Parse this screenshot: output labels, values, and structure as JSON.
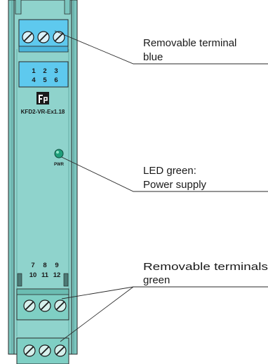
{
  "device": {
    "model": "KFD2-VR-Ex1.18",
    "led_text": "PWR",
    "top_numbers_row1": [
      "1",
      "2",
      "3"
    ],
    "top_numbers_row2": [
      "4",
      "5",
      "6"
    ],
    "bottom_numbers_row1": [
      "7",
      "8",
      "9"
    ],
    "bottom_numbers_row2": [
      "10",
      "11",
      "12"
    ]
  },
  "callouts": {
    "blue_terminal_line1": "Removable terminal",
    "blue_terminal_line2": "blue",
    "led_line1": "LED green:",
    "led_line2": "Power supply",
    "green_terminals_line1": "Removable terminals",
    "green_terminals_line2": "green"
  },
  "colors": {
    "housing": "#8fd3cc",
    "housing_dark": "#6bb8b0",
    "terminal_blue": "#5ec9ee",
    "terminal_green": "#7fcfc4",
    "led": "#1f9e7a"
  }
}
